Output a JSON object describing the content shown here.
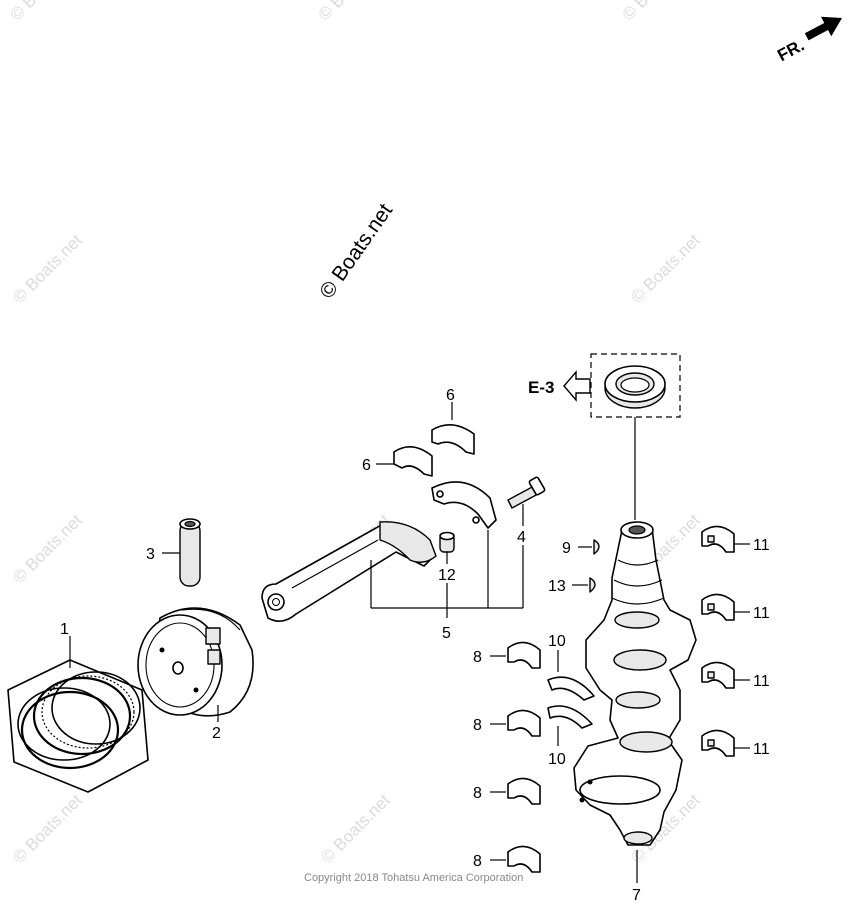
{
  "watermarks": {
    "text": "© Boats.net",
    "center_text": "© Boats.net"
  },
  "direction_badge": {
    "text": "FR."
  },
  "reference": {
    "text": "E-3"
  },
  "copyright": "Copyright 2018 Tohatsu America Corporation",
  "callouts": {
    "c1": "1",
    "c2": "2",
    "c3": "3",
    "c4": "4",
    "c5": "5",
    "c6a": "6",
    "c6b": "6",
    "c7": "7",
    "c8a": "8",
    "c8b": "8",
    "c8c": "8",
    "c8d": "8",
    "c9": "9",
    "c10a": "10",
    "c10b": "10",
    "c11a": "11",
    "c11b": "11",
    "c11c": "11",
    "c11d": "11",
    "c12": "12",
    "c13": "13"
  }
}
